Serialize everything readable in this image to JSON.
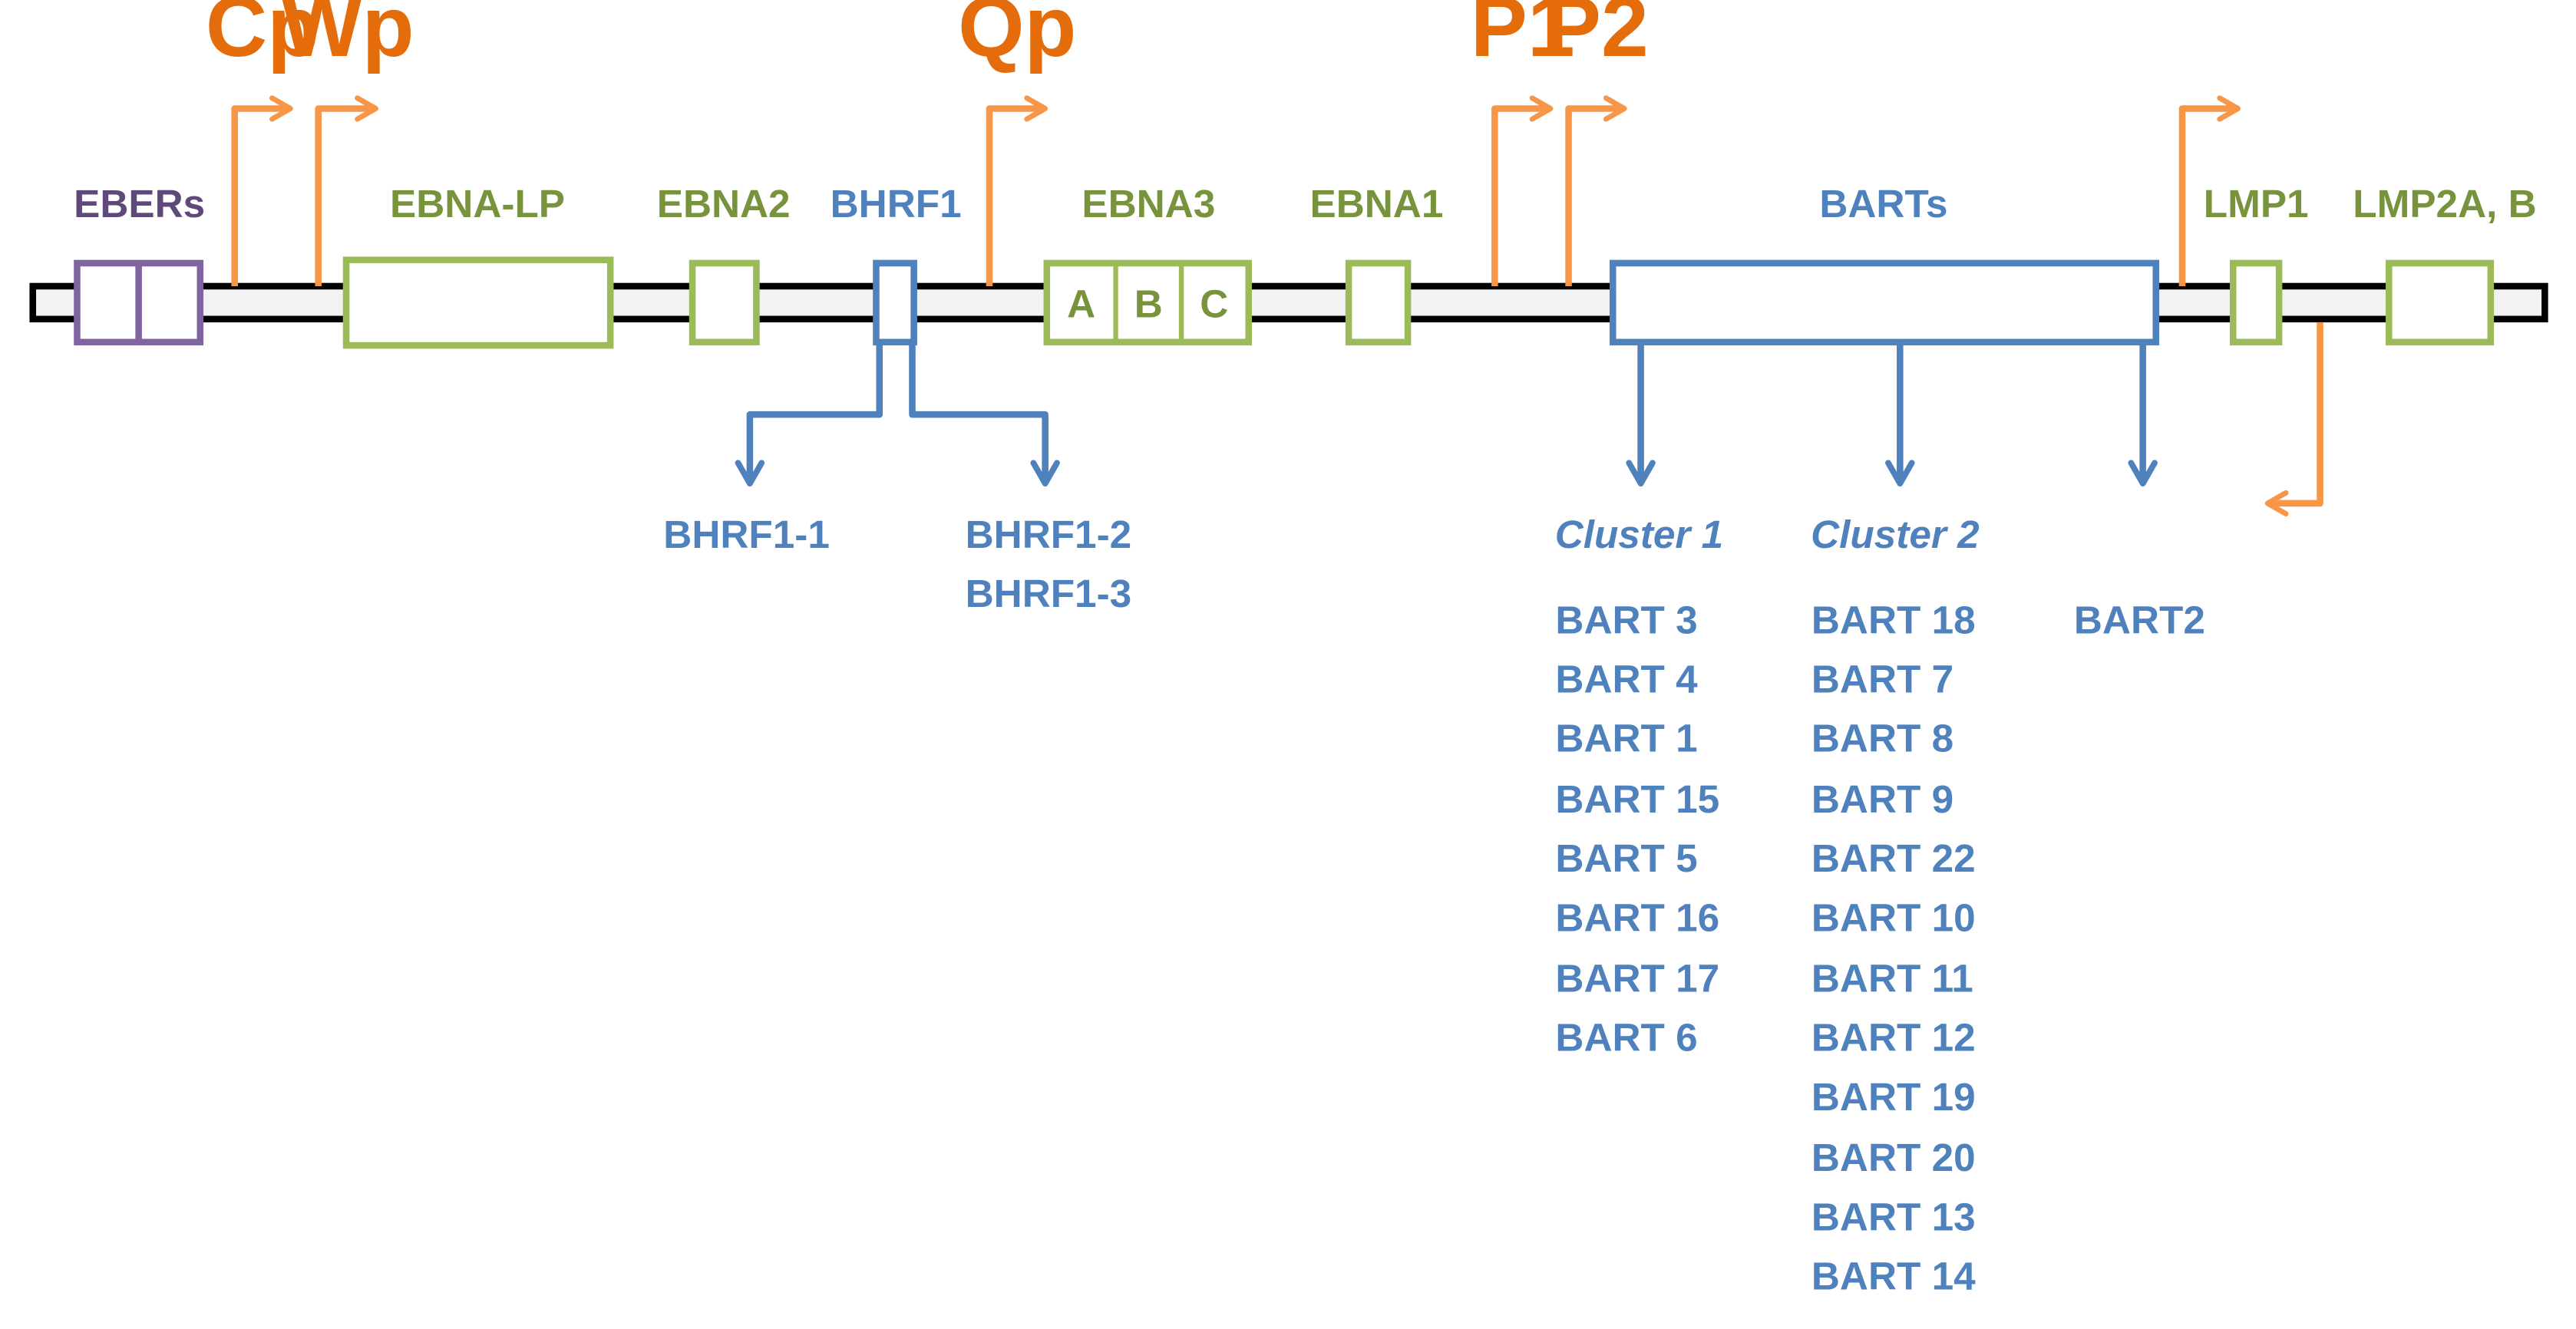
{
  "colors": {
    "promoter": "#F79646",
    "promoter_text": "#E46C0A",
    "ebna": "#9BBB59",
    "ebna_text": "#77933C",
    "eber": "#8064A2",
    "eber_text": "#5F497A",
    "mirna": "#4F81BD",
    "genome_fill": "#F2F2F2",
    "genome_stroke": "#000000"
  },
  "promoters": {
    "cp": "Cp",
    "wp": "Wp",
    "qp": "Qp",
    "p1": "P1",
    "p2": "P2"
  },
  "genes": {
    "ebers": "EBERs",
    "ebna_lp": "EBNA-LP",
    "ebna2": "EBNA2",
    "bhrf1": "BHRF1",
    "ebna3": "EBNA3",
    "ebna3_a": "A",
    "ebna3_b": "B",
    "ebna3_c": "C",
    "ebna1": "EBNA1",
    "barts": "BARTs",
    "lmp1": "LMP1",
    "lmp2": "LMP2A, B"
  },
  "bhrf1_mirnas": {
    "left": "BHRF1-1",
    "right": [
      "BHRF1-2",
      "BHRF1-3"
    ]
  },
  "bart_clusters": {
    "cluster1": {
      "title": "Cluster 1",
      "items": [
        "BART 3",
        "BART 4",
        "BART 1",
        "BART 15",
        "BART 5",
        "BART 16",
        "BART 17",
        "BART 6"
      ]
    },
    "cluster2": {
      "title": "Cluster 2",
      "items": [
        "BART 18",
        "BART 7",
        "BART 8",
        "BART 9",
        "BART 22",
        "BART 10",
        "BART 11",
        "BART 12",
        "BART 19",
        "BART 20",
        "BART 13",
        "BART 14"
      ]
    },
    "bart2": "BART2"
  }
}
